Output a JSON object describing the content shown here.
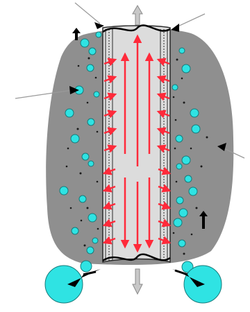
{
  "diagram": {
    "colors": {
      "background": "#ffffff",
      "tissue": "#8f8f8f",
      "lumen": "#dcdcdc",
      "wall_line": "#2a2a2a",
      "bubble": "#2fe3e3",
      "bubble_outline": "#167a7a",
      "flow_arrow": "#ff2a3a",
      "pointer": "#000000",
      "leader_line": "#9a9a9a",
      "end_arrow": "#c8c8c8",
      "dot": "#1a1a1a"
    },
    "components": {
      "tissue": "tissue-block",
      "vessel": "central-vessel",
      "bubbles": "dissolved-particles",
      "flow": "red-flow-arrows",
      "pointers": "black-pointer-arrows",
      "leaders": "gray-leader-lines",
      "endcaps": "gray-end-arrows",
      "bottom_cells": "cyan-cells-with-pointers"
    }
  }
}
